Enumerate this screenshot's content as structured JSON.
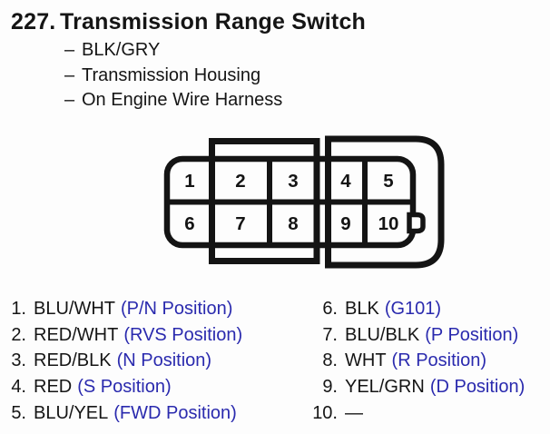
{
  "page": {
    "background": "#fdfdfd",
    "text_color": "#151515",
    "accent_blue": "#2a2aae"
  },
  "header": {
    "number": "227.",
    "title": "Transmission Range Switch",
    "bullet": "–",
    "attributes": [
      "BLK/GRY",
      "Transmission Housing",
      "On Engine Wire Harness"
    ]
  },
  "connector": {
    "pin_labels": [
      "1",
      "2",
      "3",
      "4",
      "5",
      "6",
      "7",
      "8",
      "9",
      "10"
    ]
  },
  "pin_list": {
    "left": [
      {
        "num": "1.",
        "wire": "BLU/WHT",
        "position": "(P/N Position)"
      },
      {
        "num": "2.",
        "wire": "RED/WHT",
        "position": "(RVS Position)"
      },
      {
        "num": "3.",
        "wire": "RED/BLK",
        "position": "(N Position)"
      },
      {
        "num": "4.",
        "wire": "RED",
        "position": "(S Position)"
      },
      {
        "num": "5.",
        "wire": "BLU/YEL",
        "position": "(FWD Position)"
      }
    ],
    "right": [
      {
        "num": "6.",
        "wire": "BLK",
        "position": "(G101)"
      },
      {
        "num": "7.",
        "wire": "BLU/BLK",
        "position": "(P Position)"
      },
      {
        "num": "8.",
        "wire": "WHT",
        "position": "(R Position)"
      },
      {
        "num": "9.",
        "wire": "YEL/GRN",
        "position": "(D Position)"
      },
      {
        "num": "10.",
        "wire": "—",
        "position": ""
      }
    ]
  }
}
